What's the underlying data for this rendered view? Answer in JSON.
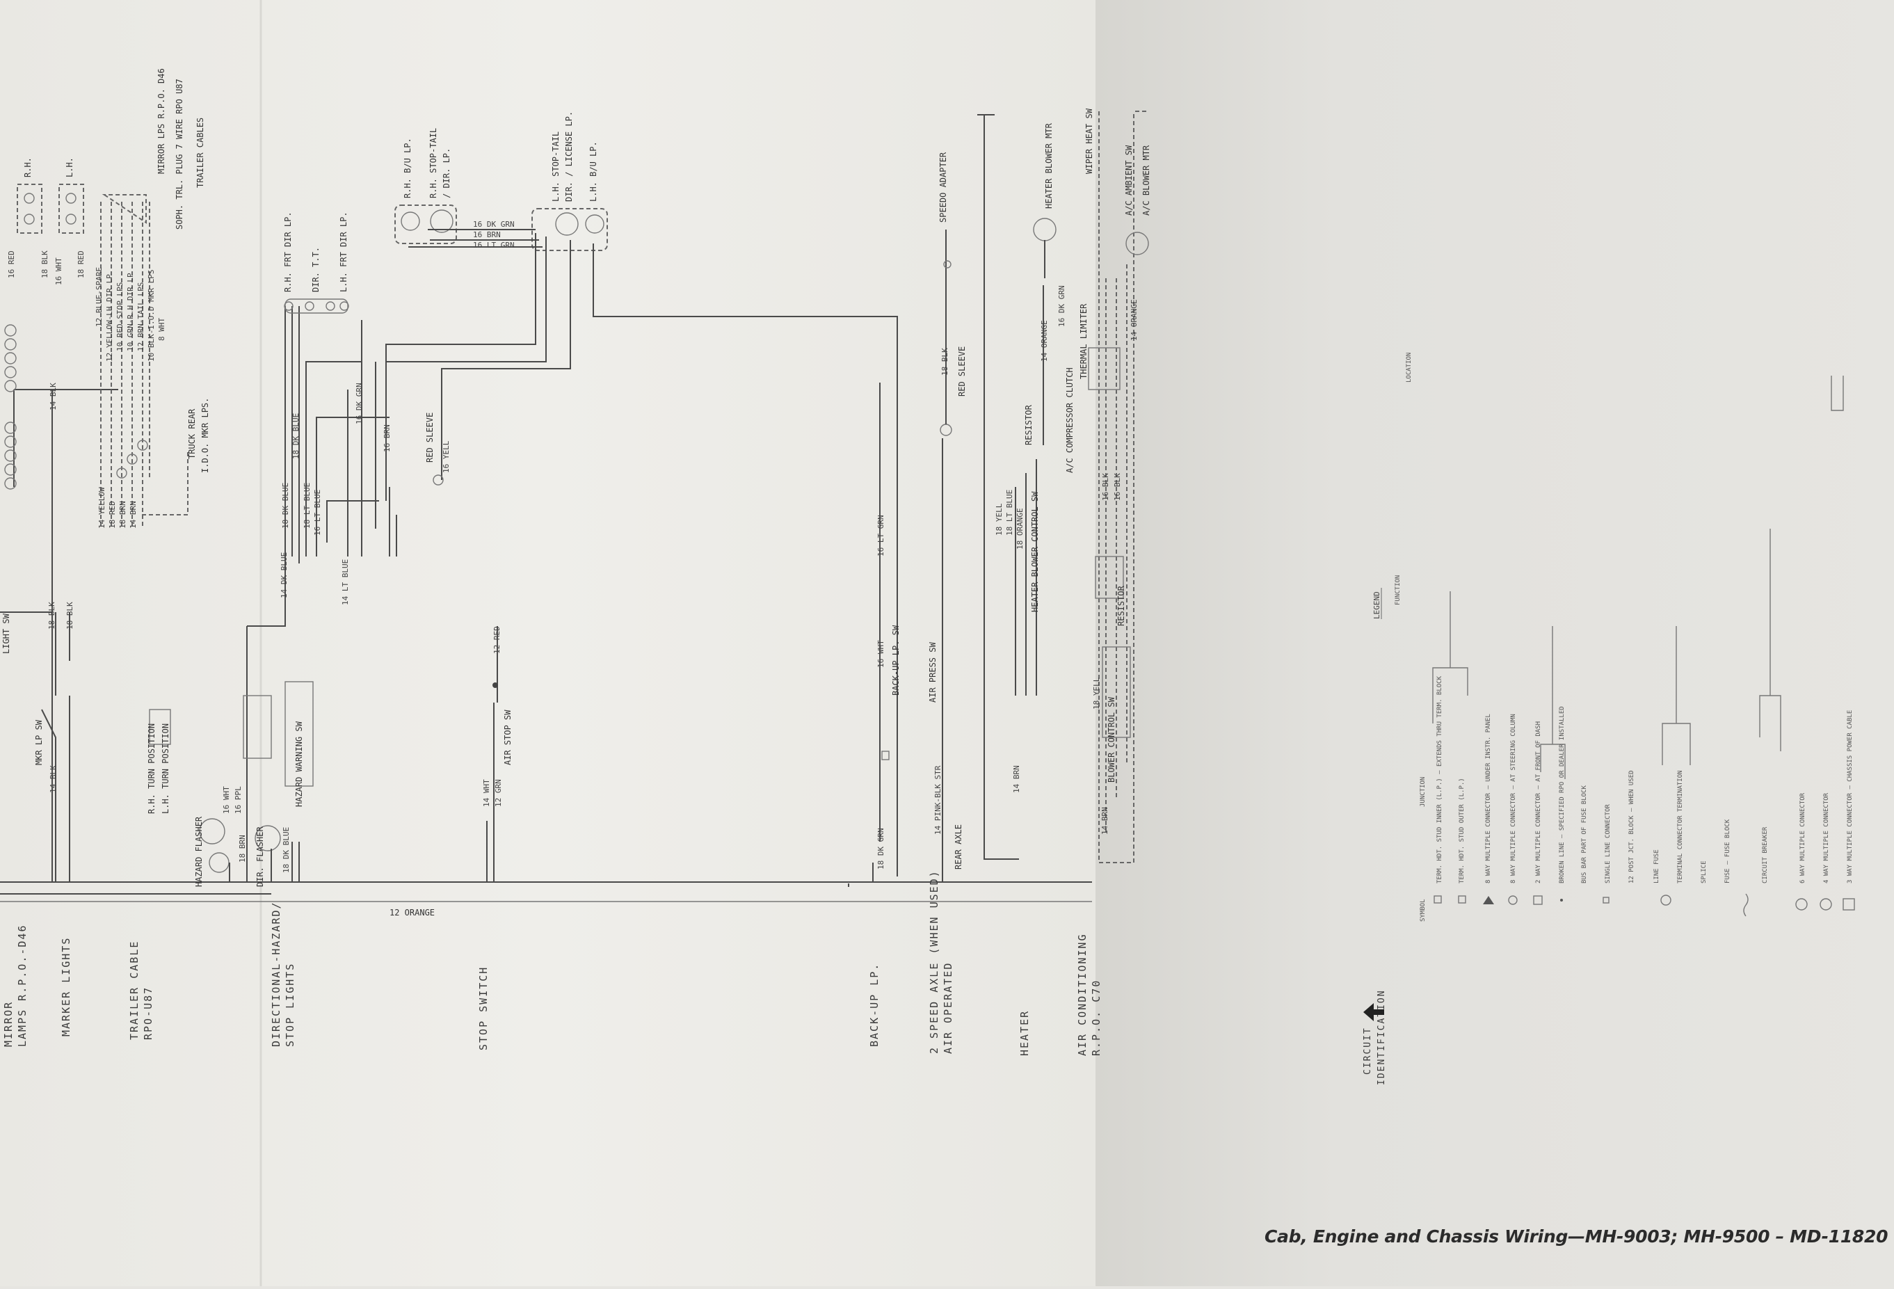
{
  "caption": "Cab, Engine and Chassis Wiring—MH-9003; MH-9500 – MD-11820",
  "circuits": [
    {
      "line1": "MIRROR",
      "line2": "LAMPS R.P.O.-D46"
    },
    {
      "line1": "MARKER LIGHTS",
      "line2": ""
    },
    {
      "line1": "TRAILER CABLE",
      "line2": "RPO-U87"
    },
    {
      "line1": "DIRECTIONAL-HAZARD/",
      "line2": "STOP LIGHTS"
    },
    {
      "line1": "STOP SWITCH",
      "line2": ""
    },
    {
      "line1": "BACK-UP LP.",
      "line2": ""
    },
    {
      "line1": "2 SPEED AXLE  (WHEN USED)",
      "line2": "AIR OPERATED"
    },
    {
      "line1": "HEATER",
      "line2": ""
    },
    {
      "line1": "AIR CONDITIONING",
      "line2": "R.P.O. C70"
    }
  ],
  "components": {
    "mirror_lps": "MIRROR LPS R.P.O. D46",
    "mirror_rh": "R.H.",
    "mirror_lh": "L.H.",
    "trailer_plug": "SOPH. TRL. PLUG 7 WIRE RPO U87",
    "trailer_cables": "TRAILER CABLES",
    "truck_rear": "TRUCK REAR",
    "truck_rear_2": "I.D.O. MKR LPS.",
    "rh_bu_lp": "R.H. B/U LP.",
    "rh_stop_tail": "R.H. STOP-TAIL",
    "rh_stop_tail_2": "/ DIR. LP.",
    "lh_stop_tail": "L.H. STOP-TAIL",
    "lh_stop_tail_2": "DIR. / LICENSE LP.",
    "lh_bu_lp": "L.H. B/U LP.",
    "rh_frt_dir": "R.H. FRT DIR LP.",
    "lh_frt_dir": "L.H. FRT DIR LP.",
    "dir_tt": "DIR. T.T.",
    "hazard_flasher": "HAZARD FLASHER",
    "dir_flasher": "DIR. FLASHER",
    "lh_turn": "L.H. TURN POSITION",
    "rh_turn": "R.H. TURN POSITION",
    "hazard_sw": "HAZARD WARNING SW",
    "air_stop_sw": "AIR STOP SW",
    "backup_sw": "BACK-UP LP. SW",
    "air_press_sw": "AIR PRESS SW",
    "speedo": "SPEEDO ADAPTER",
    "red_sleeve": "RED SLEEVE",
    "rear_axle": "REAR AXLE",
    "resistor": "RESISTOR",
    "heater_ctrl": "HEATER BLOWER CONTROL SW",
    "heater_mtr": "HEATER BLOWER MTR",
    "ac_clutch": "A/C COMPRESSOR CLUTCH",
    "thermal": "THERMAL LIMITER",
    "wiper_heat": "WIPER HEAT SW",
    "ac_ambient": "A/C AMBIENT SW",
    "ac_blower": "A/C BLOWER MTR",
    "blower_ctrl": "BLOWER CONTROL SW",
    "mkr_lp_sw": "MKR LP SW",
    "light_sw": "LIGHT SW",
    "grd_orange": "12 ORANGE"
  },
  "wires": [
    "14 BLK",
    "18 BLK",
    "18 BLK",
    "14 BLK",
    "16 RED",
    "18 BLK",
    "16 WHT",
    "18 RED",
    "12 BLUE-SPARE",
    "12 YELLOW-LH DIR LP",
    "10 RED-STOP LPS",
    "10 GRN-R.H DIR LP",
    "12 BRN-TAIL LPS",
    "10 BLK-I.O.D MKR LPS",
    "8 WHT",
    "14 YELLOW",
    "18 RED",
    "18 BRN",
    "14 BRN",
    "18 DK BLUE",
    "18 DK BLUE",
    "18 LT BLUE",
    "16 LT BLUE",
    "14 DK BLUE",
    "14 LT BLUE",
    "16 DK GRN",
    "16 BRN",
    "16 YELL",
    "16 DK GRN",
    "16 BRN",
    "16 LT GRN",
    "18 BRN",
    "16 WHT",
    "16 PPL",
    "18 DK BLUE",
    "14 WHT",
    "12 GRN",
    "12 RED",
    "18 DK GRN",
    "16 WHT",
    "16 LT GRN",
    "14 PINK-BLK STR",
    "18 BLK",
    "14 BRN",
    "18 YELL",
    "18 LT BLUE",
    "18 ORANGE",
    "14 ORANGE",
    "16 DK GRN",
    "16 BLK",
    "14 ORANGE",
    "14 BRN",
    "18 YELL",
    "16 BLK"
  ],
  "legend": {
    "title": "LEGEND",
    "col_symbol": "SYMBOL",
    "col_junction": "JUNCTION",
    "col_function": "FUNCTION",
    "col_location": "LOCATION",
    "circuit_id": "CIRCUIT",
    "circuit_id_2": "IDENTIFICATION",
    "items": [
      "TERM. HDT. STUD INNER (L.P.) — EXTENDS THRU TERM. BLOCK",
      "TERM. HDT. STUD OUTER (L.P.)",
      "8 WAY MULTIPLE CONNECTOR — UNDER INSTR. PANEL",
      "8 WAY MULTIPLE CONNECTOR — AT STEERING COLUMN",
      "2 WAY MULTIPLE CONNECTOR — AT FRONT OF DASH",
      "BROKEN LINE — SPECIFIED RPO OR DEALER INSTALLED",
      "BUS BAR PART OF FUSE BLOCK",
      "SINGLE LINE CONNECTOR",
      "12 POST JCT. BLOCK — WHEN USED",
      "LINE FUSE",
      "TERMINAL CONNECTOR TERMINATION",
      "SPLICE",
      "FUSE — FUSE BLOCK",
      "CIRCUIT BREAKER",
      "6 WAY MULTIPLE CONNECTOR",
      "4 WAY MULTIPLE CONNECTOR",
      "3 WAY MULTIPLE CONNECTOR — CHASSIS POWER CABLE"
    ]
  }
}
